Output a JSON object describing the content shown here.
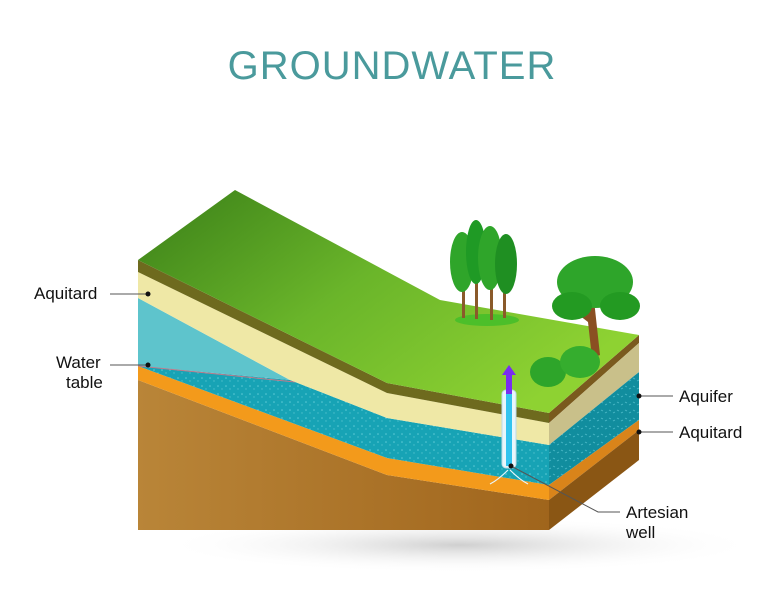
{
  "title": "GROUNDWATER",
  "labels": {
    "aquitard_top": "Aquitard",
    "water_table_line1": "Water",
    "water_table_line2": "table",
    "aquifer": "Aquifer",
    "aquitard_bottom": "Aquitard",
    "artesian_line1": "Artesian",
    "artesian_line2": "well"
  },
  "colors": {
    "title": "#4a9a9c",
    "grass_dark": "#3f8a1c",
    "grass_light": "#86cc2e",
    "soil_edge": "#6e6a1e",
    "aquitard_clay": "#efe8a6",
    "unsaturated_zone": "#5ec4cc",
    "aquifer": "#17a3b5",
    "orange_layer": "#f39a1b",
    "bedrock": "#a9732b",
    "well_arrow": "#7a2cf0"
  }
}
